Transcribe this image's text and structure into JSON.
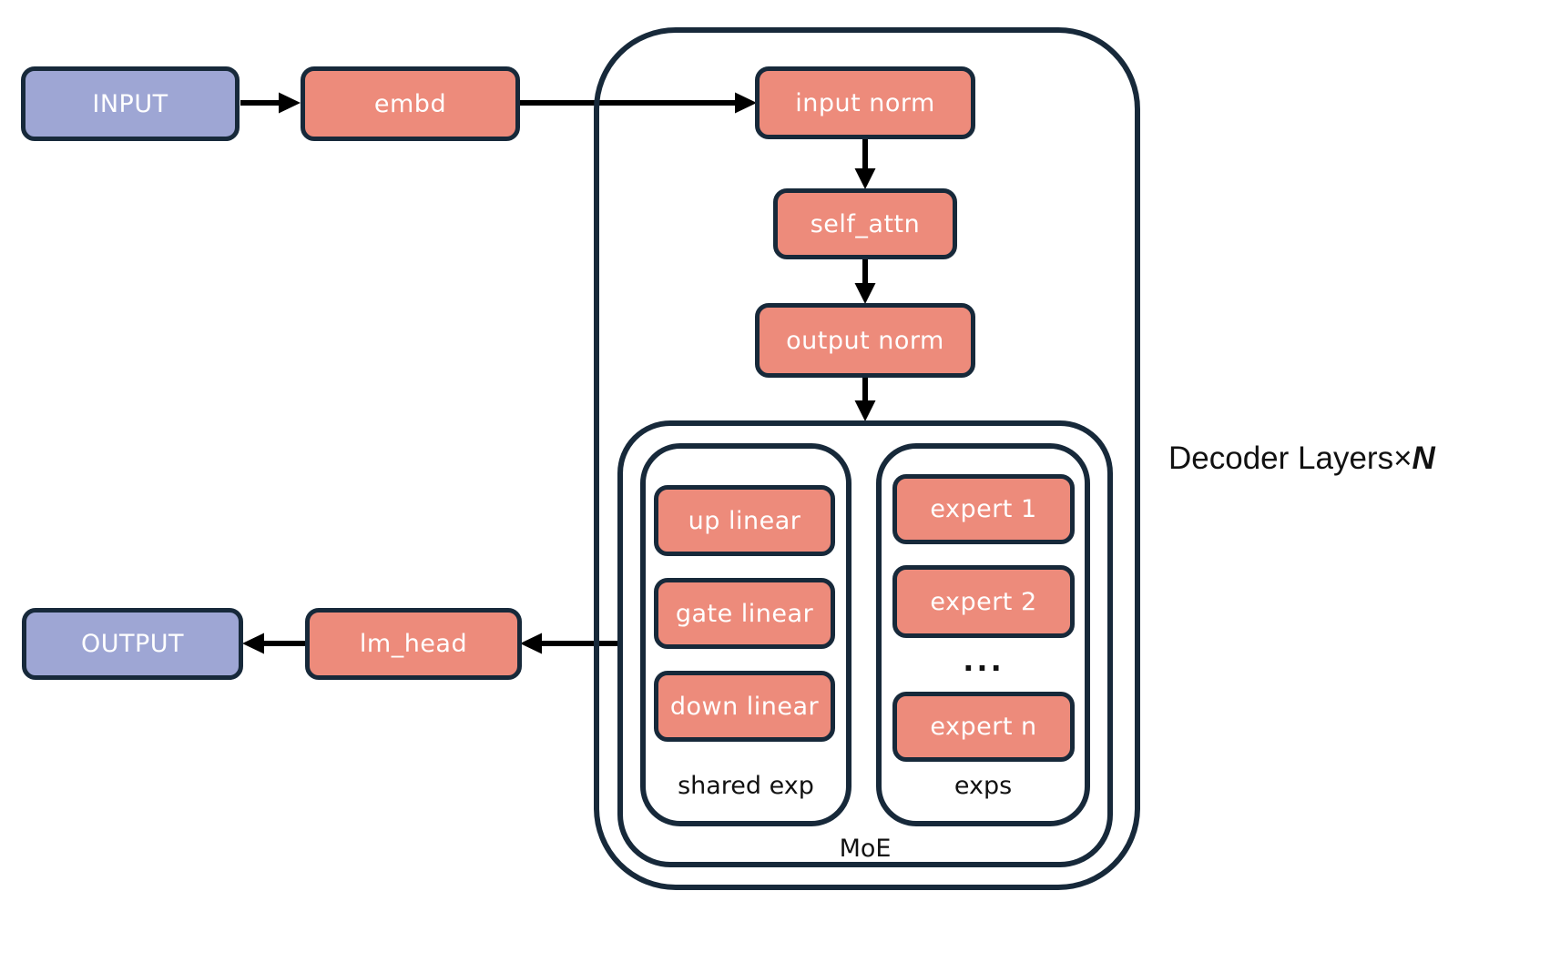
{
  "colors": {
    "background": "#FFFFFF",
    "module_fill": "#ED8B7B",
    "io_fill": "#9EA6D4",
    "outline": "#17293A",
    "arrow": "#000000",
    "label_text": "#111111",
    "node_text": "#FFFFFF"
  },
  "io": {
    "input": "INPUT",
    "output": "OUTPUT"
  },
  "modules": {
    "embd": "embd",
    "lm_head": "lm_head",
    "input_norm": "input norm",
    "self_attn": "self_attn",
    "output_norm": "output norm"
  },
  "decoder": {
    "label": {
      "prefix": "Decoder Layers",
      "times": "×",
      "count": "N"
    },
    "moe": {
      "label": "MoE",
      "shared_exp": {
        "label": "shared exp",
        "items": [
          "up linear",
          "gate linear",
          "down linear"
        ]
      },
      "exps": {
        "label": "exps",
        "items": [
          "expert 1",
          "expert 2",
          "expert n"
        ],
        "ellipsis": "..."
      }
    }
  }
}
